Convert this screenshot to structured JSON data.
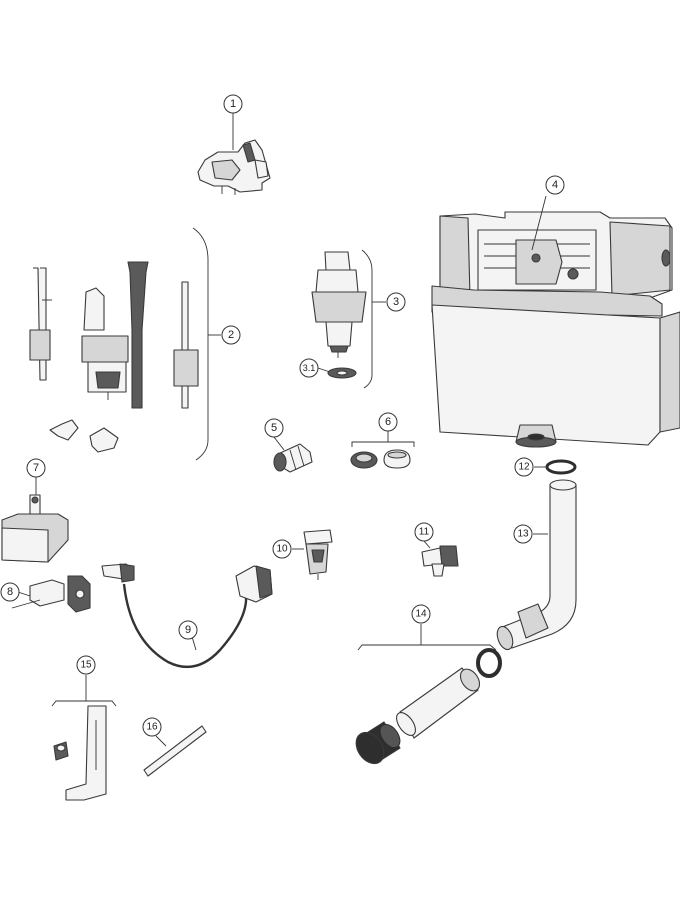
{
  "callouts": {
    "c1": "1",
    "c2": "2",
    "c3": "3",
    "c31": "3.1",
    "c4": "4",
    "c5": "5",
    "c6": "6",
    "c7": "7",
    "c8": "8",
    "c9": "9",
    "c10": "10",
    "c11": "11",
    "c12": "12",
    "c13": "13",
    "c14": "14",
    "c15": "15",
    "c16": "16"
  }
}
